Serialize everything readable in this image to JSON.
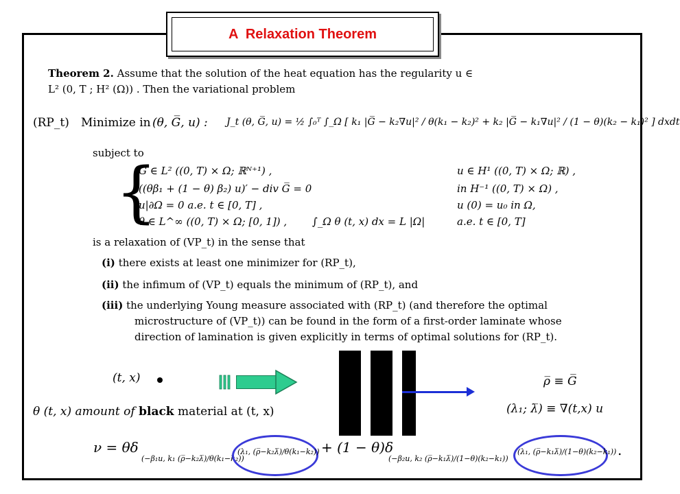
{
  "title": "A  Relaxation Theorem",
  "theorem": {
    "heading": "Theorem 2.",
    "line1": "Assume that the solution of the heat equation has the regularity u ∈",
    "line2": "L² (0, T ; H² (Ω)) . Then the variational problem"
  },
  "problem": {
    "label": "(RP_t)",
    "minimize": "Minimize in",
    "vars": "(θ, G̅, u) :",
    "functional": "J_t (θ, G̅, u) = ½ ∫₀ᵀ ∫_Ω [ k₁ |G̅ − k₂∇u|² / θ(k₁ − k₂)² + k₂ |G̅ − k₁∇u|² / (1 − θ)(k₂ − k₁)² ] dxdt"
  },
  "constraints": {
    "subject_to": "subject to",
    "rows": [
      {
        "left": "G ∈ L² ((0, T) × Ω; ℝᴺ⁺¹) ,",
        "right": "u ∈ H¹ ((0, T) × Ω; ℝ) ,"
      },
      {
        "left": "((θβ₁ + (1 − θ) β₂) u)′ − div G̅ = 0",
        "right": "in H⁻¹ ((0, T) × Ω) ,"
      },
      {
        "left": "u|∂Ω = 0  a.e. t ∈ [0, T] ,",
        "right": "u (0) = u₀    in    Ω,"
      },
      {
        "left": "θ ∈ L^∞ ((0, T) × Ω; [0, 1]) ,",
        "middle": "∫_Ω θ (t, x) dx = L |Ω|",
        "right": "a.e. t ∈ [0, T]"
      }
    ]
  },
  "relaxation": {
    "intro": "is a relaxation of (VP_t) in the sense that",
    "items": [
      {
        "num": "(i)",
        "text": "there exists at least one minimizer for (RP_t),"
      },
      {
        "num": "(ii)",
        "text": "the infimum of (VP_t) equals the minimum of (RP_t), and"
      },
      {
        "num": "(iii)",
        "text": "the underlying Young measure associated with (RP_t) (and therefore the optimal",
        "cont1": "microstructure of (VP_t)) can be found in the form of a first-order laminate whose",
        "cont2": "direction of lamination is given explicitly in terms of optimal solutions for (RP_t)."
      }
    ]
  },
  "illustration": {
    "point": "(t, x)",
    "theta_text_pre": "θ (t, x)  amount of",
    "theta_text_bold": "black",
    "theta_text_post": "material at  (t, x)",
    "rho_eq": "ρ̅ ≡ G̅",
    "lambda_eq": "(λ₁; λ̅) ≡ ∇(t,x) u"
  },
  "young_measure": {
    "lhs": "ν = θδ",
    "term1_sub": "(−β₁u, k₁ (ρ̅−k₂λ̅)/θ(k₁−k₂))",
    "term1_circle": "(λ₁, (ρ̅−k₂λ̅)/θ(k₁−k₂))",
    "plus": "+ (1 − θ)δ",
    "term2_sub": "(−β₂u, k₂ (ρ̅−k₁λ̅)/(1−θ)(k₂−k₁))",
    "term2_circle": "(λ₁, (ρ̅−k₁λ̅)/(1−θ)(k₂−k₁))",
    "end": "."
  },
  "colors": {
    "title": "#e01010",
    "arrow": "#2ecc8f",
    "blue": "#1c2fd6"
  }
}
